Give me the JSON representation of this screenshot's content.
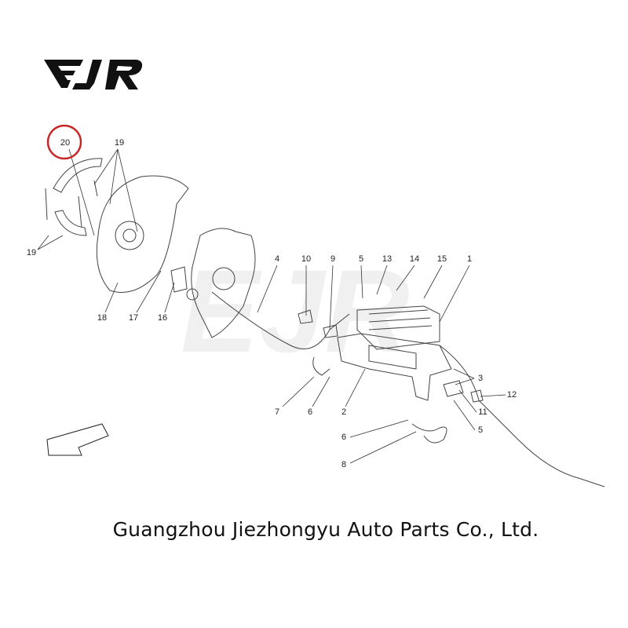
{
  "brand": {
    "logo_text": "EJR",
    "watermark_text": "EJR"
  },
  "callouts": [
    {
      "id": "c20",
      "label": "20",
      "highlighted": true
    },
    {
      "id": "c19a",
      "label": "19"
    },
    {
      "id": "c19b",
      "label": "19"
    },
    {
      "id": "c18",
      "label": "18"
    },
    {
      "id": "c17",
      "label": "17"
    },
    {
      "id": "c16",
      "label": "16"
    },
    {
      "id": "c4",
      "label": "4"
    },
    {
      "id": "c10",
      "label": "10"
    },
    {
      "id": "c9",
      "label": "9"
    },
    {
      "id": "c5a",
      "label": "5"
    },
    {
      "id": "c13",
      "label": "13"
    },
    {
      "id": "c14",
      "label": "14"
    },
    {
      "id": "c15",
      "label": "15"
    },
    {
      "id": "c1",
      "label": "1"
    },
    {
      "id": "c3",
      "label": "3"
    },
    {
      "id": "c12",
      "label": "12"
    },
    {
      "id": "c11",
      "label": "11"
    },
    {
      "id": "c5b",
      "label": "5"
    },
    {
      "id": "c7",
      "label": "7"
    },
    {
      "id": "c6a",
      "label": "6"
    },
    {
      "id": "c2",
      "label": "2"
    },
    {
      "id": "c6b",
      "label": "6"
    },
    {
      "id": "c8",
      "label": "8"
    }
  ],
  "highlight_color": "#c62828",
  "footer": {
    "company": "Guangzhou Jiezhongyu Auto Parts Co., Ltd."
  }
}
